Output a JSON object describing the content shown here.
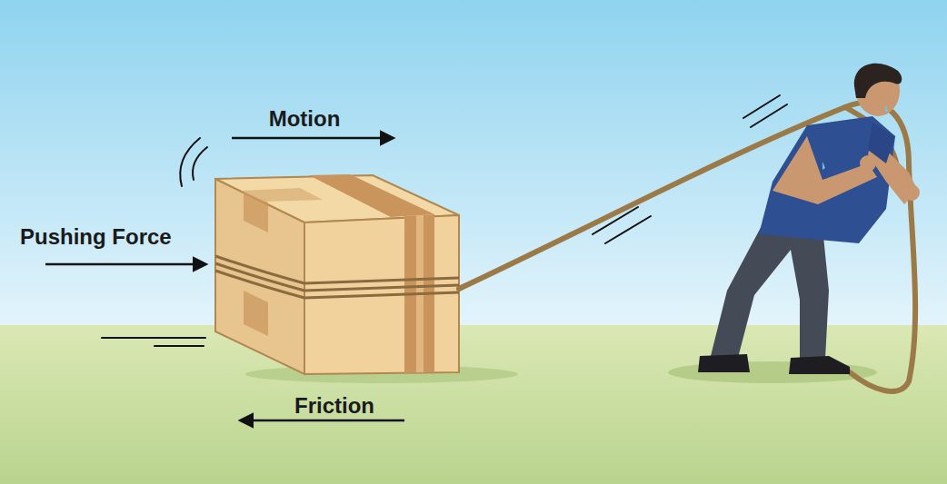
{
  "diagram": {
    "labels": [
      "Motion",
      "Pushing Force",
      "Friction"
    ]
  }
}
